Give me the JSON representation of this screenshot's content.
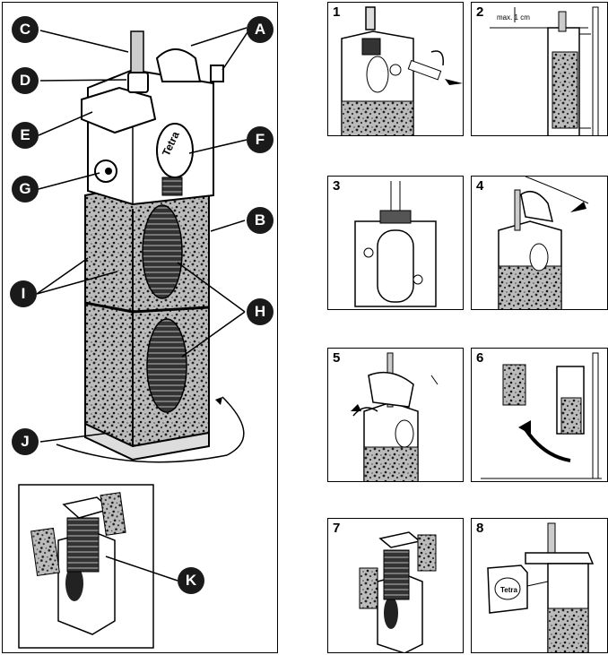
{
  "main_figure": {
    "callouts": [
      "A",
      "B",
      "C",
      "D",
      "E",
      "F",
      "G",
      "H",
      "I",
      "J",
      "K"
    ],
    "brand": "Tetra"
  },
  "steps": [
    {
      "number": "1"
    },
    {
      "number": "2",
      "dimension": "max. 1 cm"
    },
    {
      "number": "3"
    },
    {
      "number": "4"
    },
    {
      "number": "5"
    },
    {
      "number": "6"
    },
    {
      "number": "7"
    },
    {
      "number": "8",
      "brand": "Tetra"
    }
  ]
}
